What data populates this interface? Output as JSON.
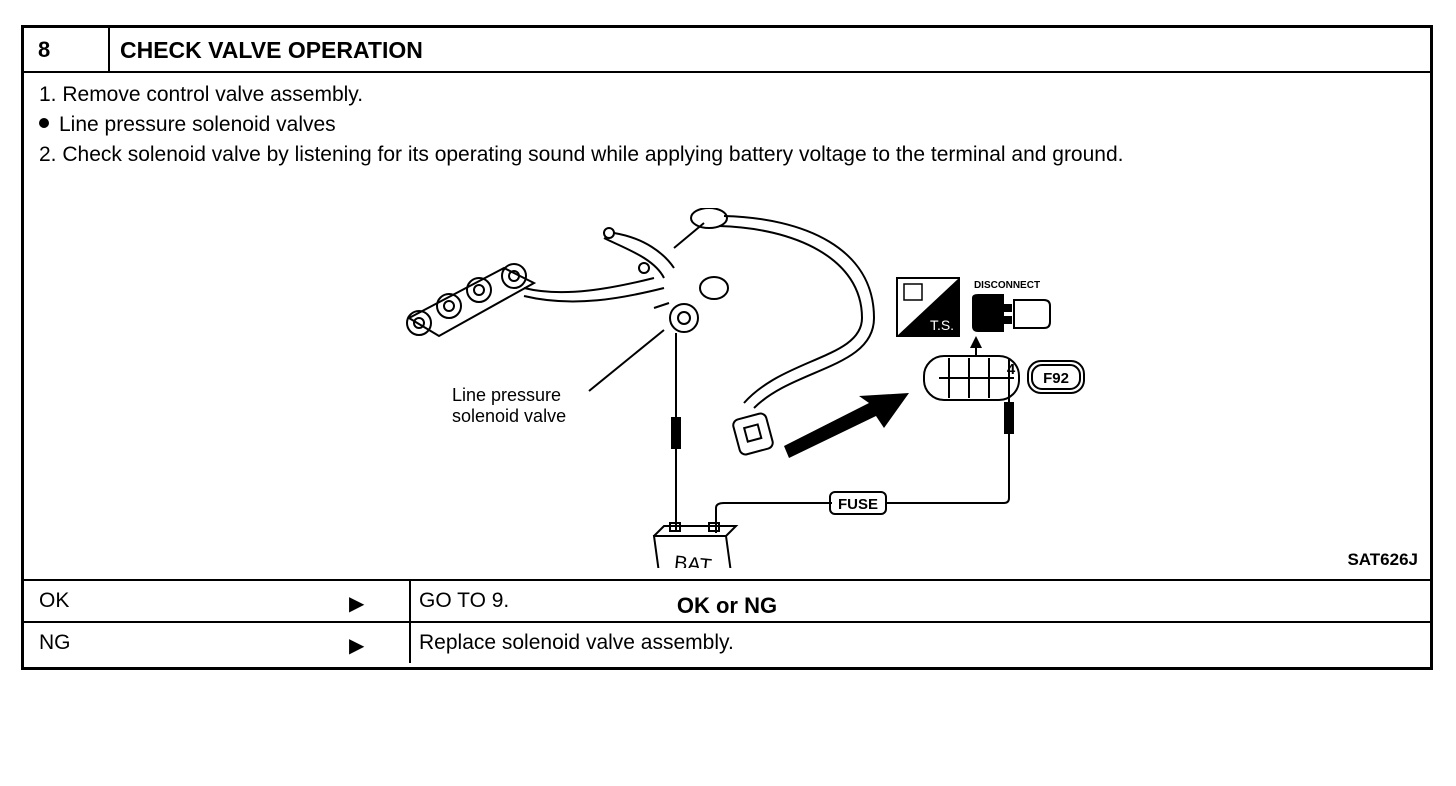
{
  "header": {
    "step": "8",
    "title": "CHECK VALVE OPERATION"
  },
  "steps": {
    "step1": "1.  Remove control valve assembly.",
    "bullet": "Line pressure solenoid valves",
    "step2": "2.  Check solenoid valve by listening for its operating sound while applying battery voltage to the terminal and ground."
  },
  "diagram": {
    "callout": [
      "Line pressure",
      "solenoid valve"
    ],
    "fuse_label": "FUSE",
    "battery_label": "BAT",
    "terminal_number": "4",
    "connector_id": "F92",
    "ts_label": "T.S.",
    "disconnect_label": "DISCONNECT",
    "figure_id": "SAT626J"
  },
  "question": "OK or NG",
  "results": [
    {
      "result": "OK",
      "arrow": "▶",
      "action": "GO TO 9."
    },
    {
      "result": "NG",
      "arrow": "▶",
      "action": "Replace solenoid valve assembly."
    }
  ]
}
